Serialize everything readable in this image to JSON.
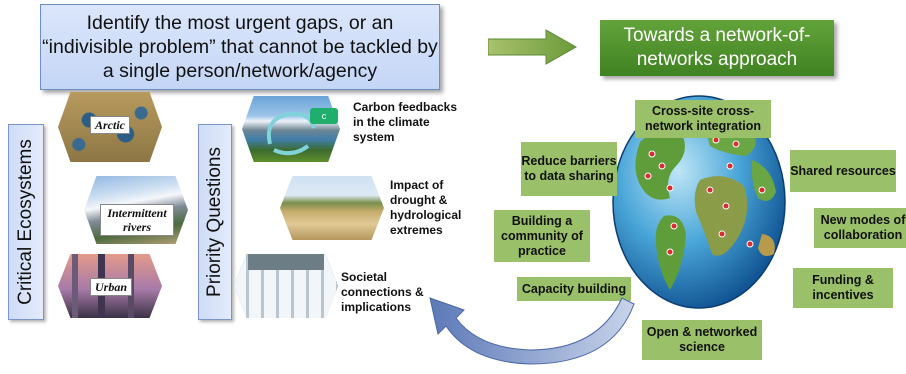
{
  "title_box": {
    "text": "Identify the most urgent gaps, or an “indivisible problem” that cannot be tackled by a single person/network/agency"
  },
  "network_box": {
    "text": "Towards a network-of-networks approach"
  },
  "critical_ecosystems": {
    "label": "Critical Ecosystems",
    "items": [
      {
        "label": "Arctic"
      },
      {
        "label": "Intermittent rivers"
      },
      {
        "label": "Urban"
      }
    ]
  },
  "priority_questions": {
    "label": "Priority Questions",
    "items": [
      {
        "label": "Carbon feedbacks in the climate system",
        "badge": "c"
      },
      {
        "label": "Impact of drought & hydrological extremes"
      },
      {
        "label": "Societal connections & implications"
      }
    ]
  },
  "network_items": [
    {
      "label": "Cross-site cross-network integration"
    },
    {
      "label": "Reduce barriers to data sharing"
    },
    {
      "label": "Shared resources"
    },
    {
      "label": "Building a community of practice"
    },
    {
      "label": "New modes of collaboration"
    },
    {
      "label": "Capacity building"
    },
    {
      "label": "Funding & incentives"
    },
    {
      "label": "Open & networked science"
    }
  ],
  "colors": {
    "title_fill": "#c9d9f7",
    "network_fill": "#4f922c",
    "item_fill": "#9bc06a",
    "arrow_fill": "#5c79b7"
  }
}
